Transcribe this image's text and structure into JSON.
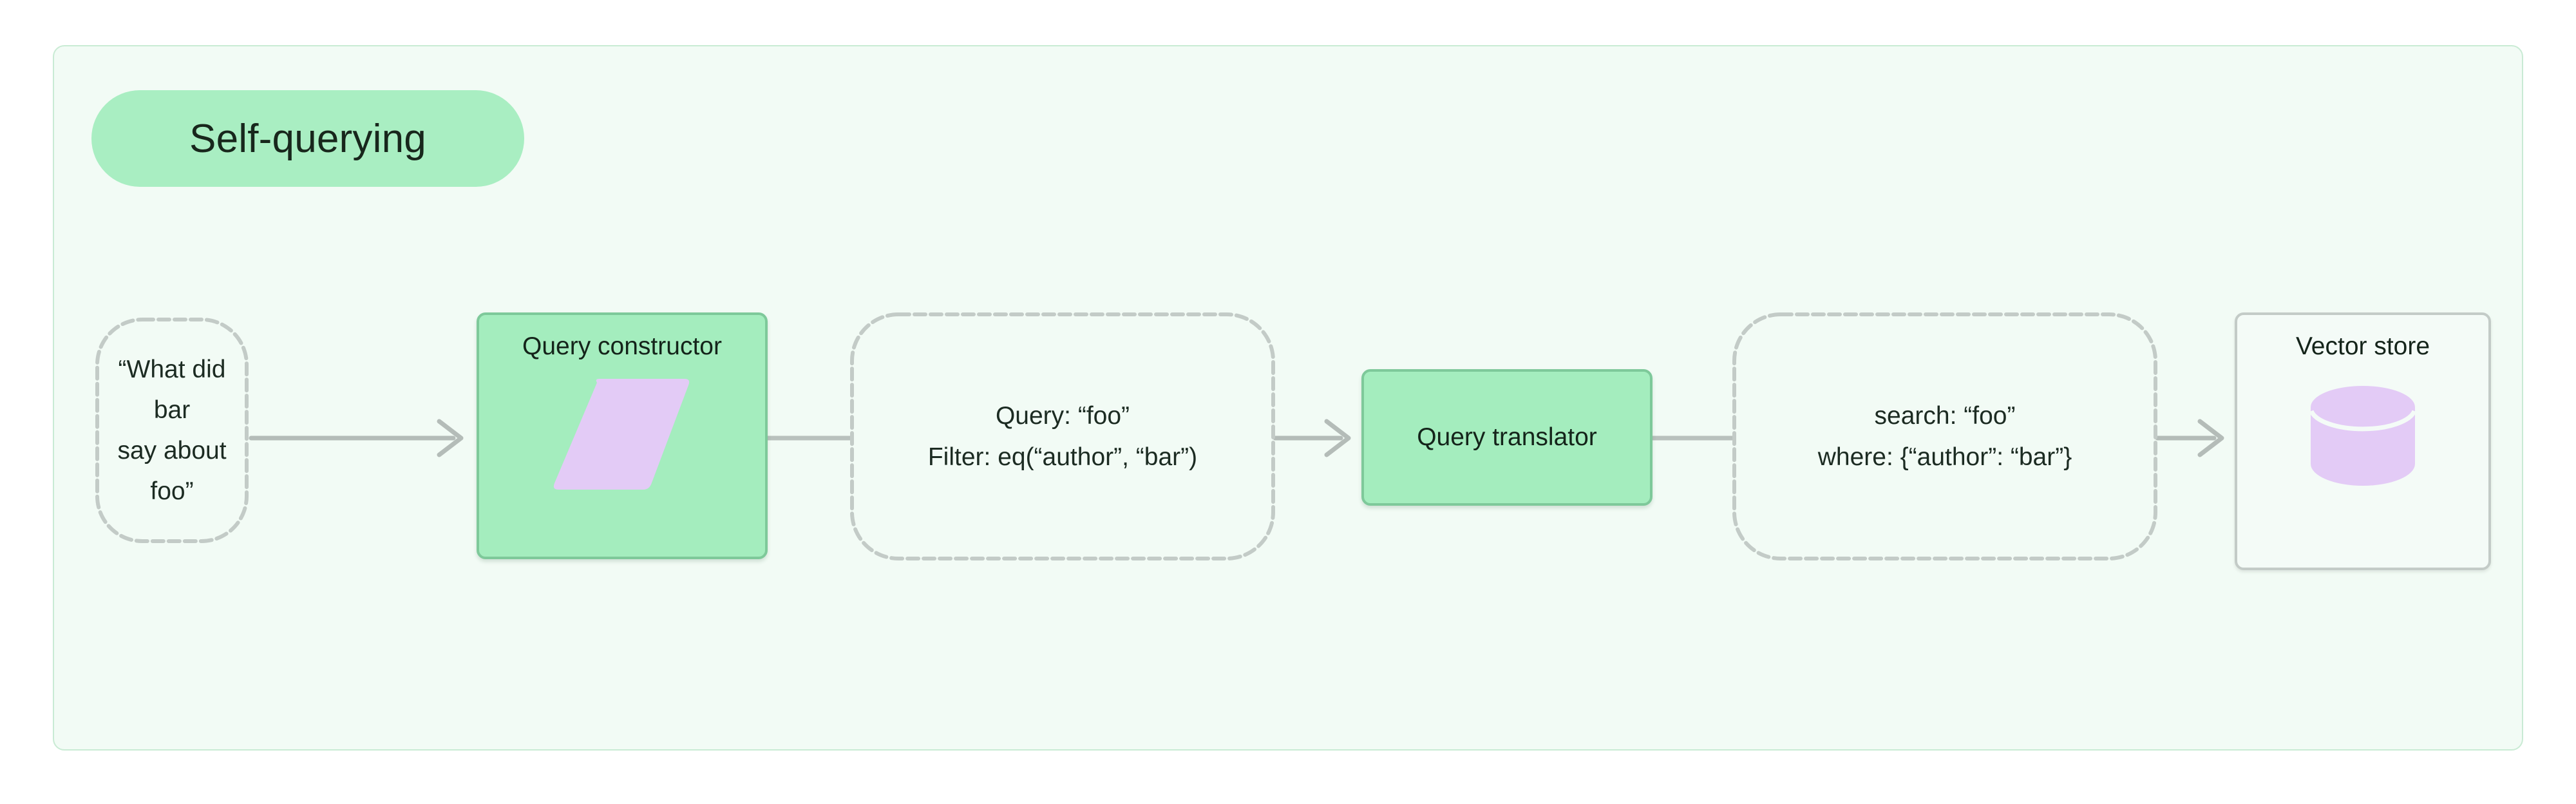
{
  "diagram": {
    "title": "Self-querying",
    "container": {
      "background_color": "#f2fbf5",
      "border_color": "#c9ebd4"
    },
    "title_badge": {
      "label": "Self-querying",
      "fill_color": "#a9eec2",
      "border_color": "#86cfa1",
      "text_color": "#18271c"
    },
    "colors": {
      "process_fill": "#a4edbe",
      "process_border": "#7ec99a",
      "icon_purple": "#e3cbf6",
      "dashed_stroke": "#c3cbc7",
      "edge_stroke": "#b4bcb8",
      "outlined_border": "#c3cbc7",
      "text": "#14241a"
    },
    "nodes": [
      {
        "id": "user-query",
        "label": "“What did bar\nsay about foo”",
        "style": "dashed",
        "icon": null
      },
      {
        "id": "query-constructor",
        "label": "Query constructor",
        "style": "green",
        "icon": "parallelogram-icon"
      },
      {
        "id": "structured-query",
        "label": "Query: “foo”\nFilter: eq(“author”, “bar”)",
        "style": "dashed",
        "icon": null
      },
      {
        "id": "query-translator",
        "label": "Query translator",
        "style": "green",
        "icon": null
      },
      {
        "id": "translated-query",
        "label": "search: “foo”\nwhere: {“author”: “bar”}",
        "style": "dashed",
        "icon": null
      },
      {
        "id": "vector-store",
        "label": "Vector store",
        "style": "outlined",
        "icon": "cylinder-icon"
      }
    ],
    "edges": [
      {
        "from": "user-query",
        "to": "query-constructor",
        "arrowhead": true
      },
      {
        "from": "query-constructor",
        "to": "structured-query",
        "arrowhead": false
      },
      {
        "from": "structured-query",
        "to": "query-translator",
        "arrowhead": true
      },
      {
        "from": "query-translator",
        "to": "translated-query",
        "arrowhead": false
      },
      {
        "from": "translated-query",
        "to": "vector-store",
        "arrowhead": true
      }
    ]
  }
}
